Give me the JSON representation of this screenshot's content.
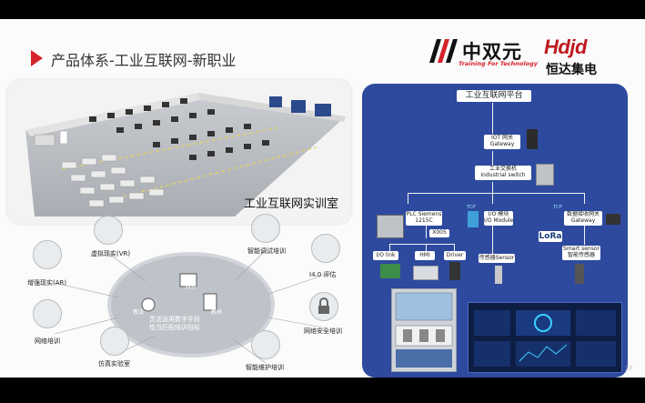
{
  "slide": {
    "title": "产品体系-工业互联网-新职业",
    "page_number": "27",
    "accent": "#d5242b"
  },
  "logos": {
    "zsy_cn": "中双元",
    "zsy_en": "Training For Technology",
    "hdjd_en": "Hdjd",
    "hdjd_cn": "恒达集电"
  },
  "lab": {
    "caption": "工业互联网实训室"
  },
  "diagram": {
    "center_line1": "灵活运用数字手段",
    "center_line2": "恰当匹配培训目标",
    "hub_labels": {
      "teacher": "教师",
      "method": "教法",
      "material": "教材"
    },
    "nodes": {
      "vr": "虚拟现实(VR)",
      "smart_debug": "智能调试培训",
      "ar": "增强现实(AR)",
      "i40": "I4.0 评估",
      "network": "网络培训",
      "security": "网络安全培训",
      "sim_lab": "仿真实验室",
      "smart_maint": "智能维护培训"
    }
  },
  "platform": {
    "title": "工业互联网平台",
    "iot_gateway_cn": "IOT 网关",
    "iot_gateway_en": "Gateway",
    "switch_cn": "工业交换机",
    "switch_en": "Industrial switch",
    "plc_1": "PLC Siemens",
    "plc_2": "1215C",
    "x005": "X005",
    "io_module_cn": "I/O 模块",
    "io_module_en": "I/O Module",
    "data_gw_cn": "数据接收网关",
    "data_gw_en": "Gateway",
    "lora": "LoRa",
    "sensor": "传感器Sensor",
    "smart_sensor_en": "Smart sensor",
    "smart_sensor_cn": "智能传感器",
    "io_link": "I/O link",
    "hmi": "HMI",
    "driver": "Driver",
    "tcp1": "TCP",
    "tcp2": "TCP"
  }
}
